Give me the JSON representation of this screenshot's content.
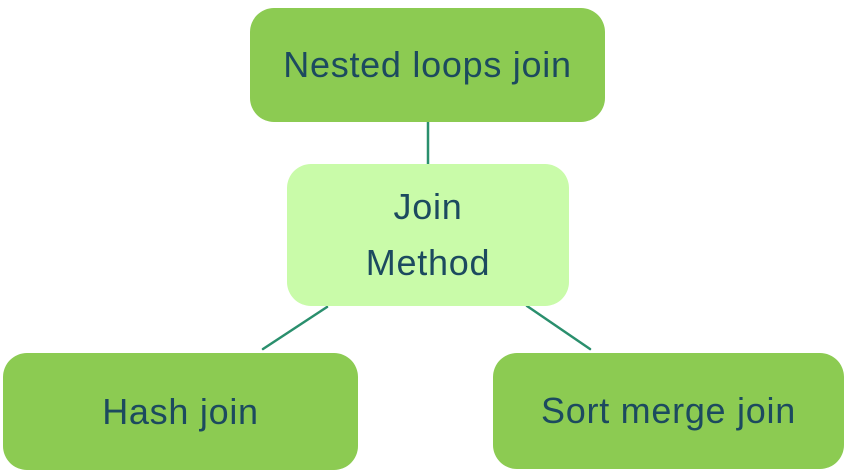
{
  "colors": {
    "background": "#ffffff",
    "node_fill": "#8ccb52",
    "root_fill": "#c9fba9",
    "text_color": "#1c4a5f",
    "connector_color": "#2a8f6d"
  },
  "nodes": {
    "root": {
      "lines": [
        "Join",
        "Method"
      ]
    },
    "top": {
      "label": "Nested loops join"
    },
    "bottom_left": {
      "label": "Hash join"
    },
    "bottom_right": {
      "label": "Sort merge join"
    }
  }
}
